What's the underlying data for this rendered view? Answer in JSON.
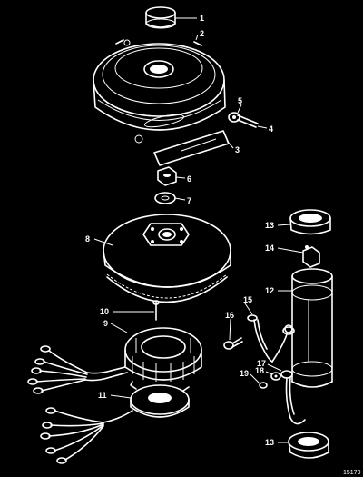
{
  "callouts": [
    "1",
    "2",
    "3",
    "4",
    "5",
    "6",
    "7",
    "8",
    "9",
    "10",
    "11",
    "12",
    "13",
    "14",
    "15",
    "16",
    "17",
    "18",
    "19"
  ],
  "callout_13b": "13",
  "figure_number": "15179"
}
